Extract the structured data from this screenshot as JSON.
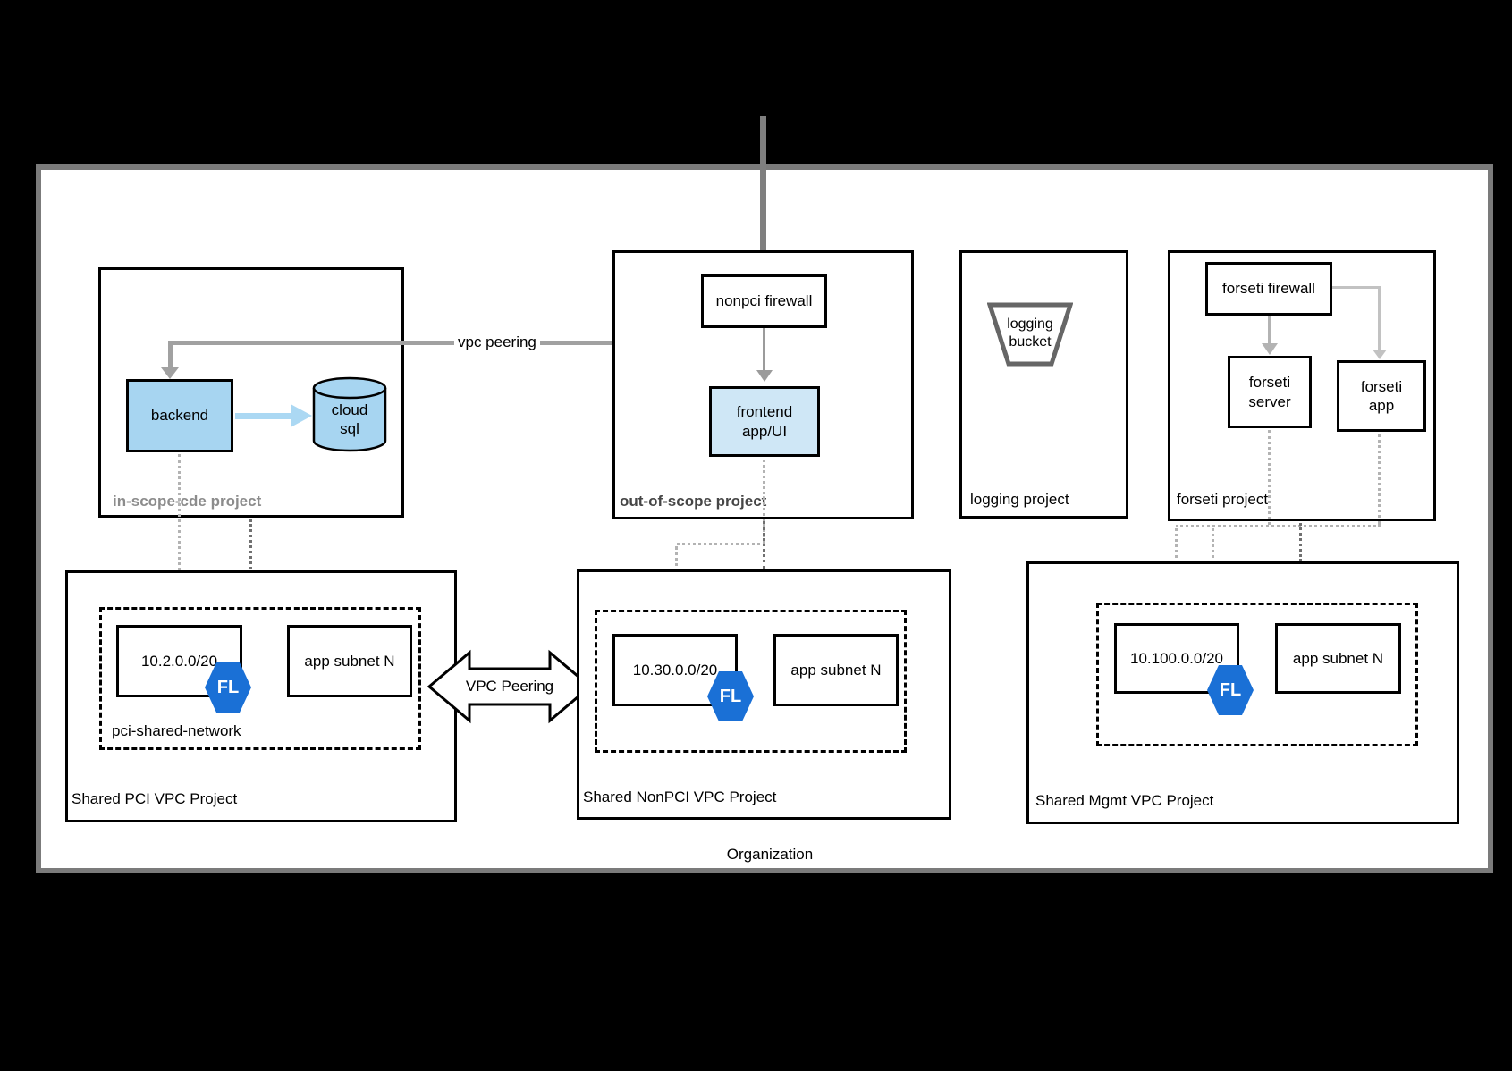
{
  "organization_label": "Organization",
  "connectors": {
    "vpc_peering_line_label": "vpc peering",
    "vpc_peering_arrow_label": "VPC Peering"
  },
  "projects": {
    "in_scope": {
      "label": "in-scope-cde project",
      "backend": "backend",
      "cloud_sql": "cloud sql"
    },
    "out_of_scope": {
      "label": "out-of-scope project",
      "firewall": "nonpci firewall",
      "frontend": "frontend app/UI"
    },
    "logging": {
      "label": "logging project",
      "bucket": "logging bucket"
    },
    "forseti": {
      "label": "forseti project",
      "firewall": "forseti firewall",
      "server": "forseti server",
      "app": "forseti app"
    }
  },
  "vpc_projects": {
    "pci": {
      "label": "Shared PCI VPC Project",
      "network_label": "pci-shared-network",
      "subnet_cidr": "10.2.0.0/20",
      "subnet_n": "app subnet N",
      "badge": "FL"
    },
    "nonpci": {
      "label": "Shared NonPCI VPC Project",
      "subnet_cidr": "10.30.0.0/20",
      "subnet_n": "app subnet N",
      "badge": "FL"
    },
    "mgmt": {
      "label": "Shared Mgmt VPC Project",
      "subnet_cidr": "10.100.0.0/20",
      "subnet_n": "app subnet N",
      "badge": "FL"
    }
  },
  "colors": {
    "hexagon_blue": "#1a70d6",
    "resource_blue": "#a7d5f1",
    "frontend_blue": "#cfe7f6",
    "connector_gray": "#a1a1a1",
    "heavy_arrow_gray": "#7f7f7f",
    "canvas_border_gray": "#7b7b7b",
    "dotted_light": "#b3b3b3",
    "dotted_dark": "#707070",
    "bucket_gray": "#666666"
  }
}
